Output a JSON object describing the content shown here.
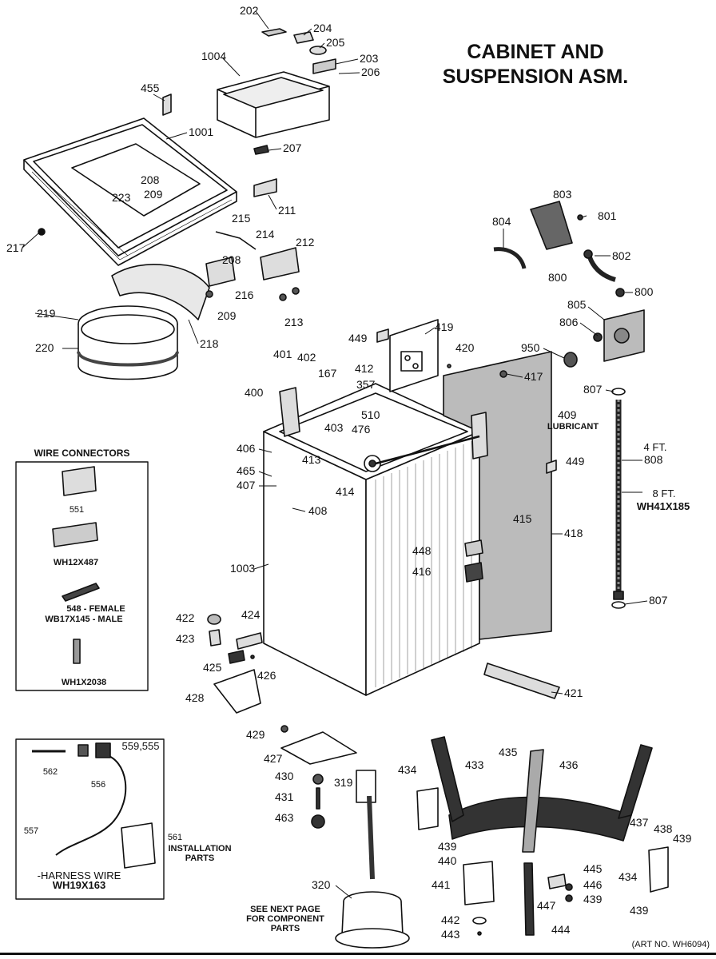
{
  "title": {
    "line1": "CABINET AND",
    "line2": "SUSPENSION ASM."
  },
  "wire_connectors": {
    "heading": "WIRE CONNECTORS",
    "items": [
      "551",
      "WH12X487",
      "548 - FEMALE",
      "WB17X145 - MALE",
      "WH1X2038"
    ]
  },
  "harness": {
    "labels": [
      "562",
      "556",
      "559,555",
      "557",
      "561"
    ],
    "harness_wire_line1": "-HARNESS WIRE",
    "harness_wire_line2": "WH19X163",
    "installation_parts_line1": "INSTALLATION",
    "installation_parts_line2": "PARTS"
  },
  "notes": {
    "lubricant": "LUBRICANT",
    "four_ft": "4 FT.",
    "eight_ft": "8 FT.",
    "wh41x185": "WH41X185",
    "see_next_line1": "SEE NEXT PAGE",
    "see_next_line2": "FOR COMPONENT",
    "see_next_line3": "PARTS",
    "art_no": "(ART NO. WH6094)"
  },
  "part_labels": [
    "202",
    "204",
    "205",
    "203",
    "206",
    "1004",
    "455",
    "1001",
    "207",
    "208",
    "209",
    "223",
    "211",
    "217",
    "215",
    "214",
    "212",
    "208",
    "216",
    "209",
    "213",
    "219",
    "218",
    "220",
    "803",
    "801",
    "804",
    "802",
    "800",
    "800",
    "805",
    "806",
    "950",
    "449",
    "419",
    "420",
    "401",
    "402",
    "412",
    "167",
    "357",
    "400",
    "403",
    "476",
    "510",
    "409",
    "417",
    "807",
    "808",
    "406",
    "465",
    "407",
    "413",
    "414",
    "449",
    "408",
    "415",
    "418",
    "448",
    "416",
    "1003",
    "422",
    "424",
    "423",
    "425",
    "426",
    "428",
    "421",
    "429",
    "427",
    "430",
    "431",
    "463",
    "319",
    "434",
    "433",
    "435",
    "436",
    "437",
    "438",
    "439",
    "439",
    "440",
    "441",
    "445",
    "446",
    "439",
    "447",
    "442",
    "443",
    "444",
    "434",
    "439",
    "807",
    "320"
  ]
}
